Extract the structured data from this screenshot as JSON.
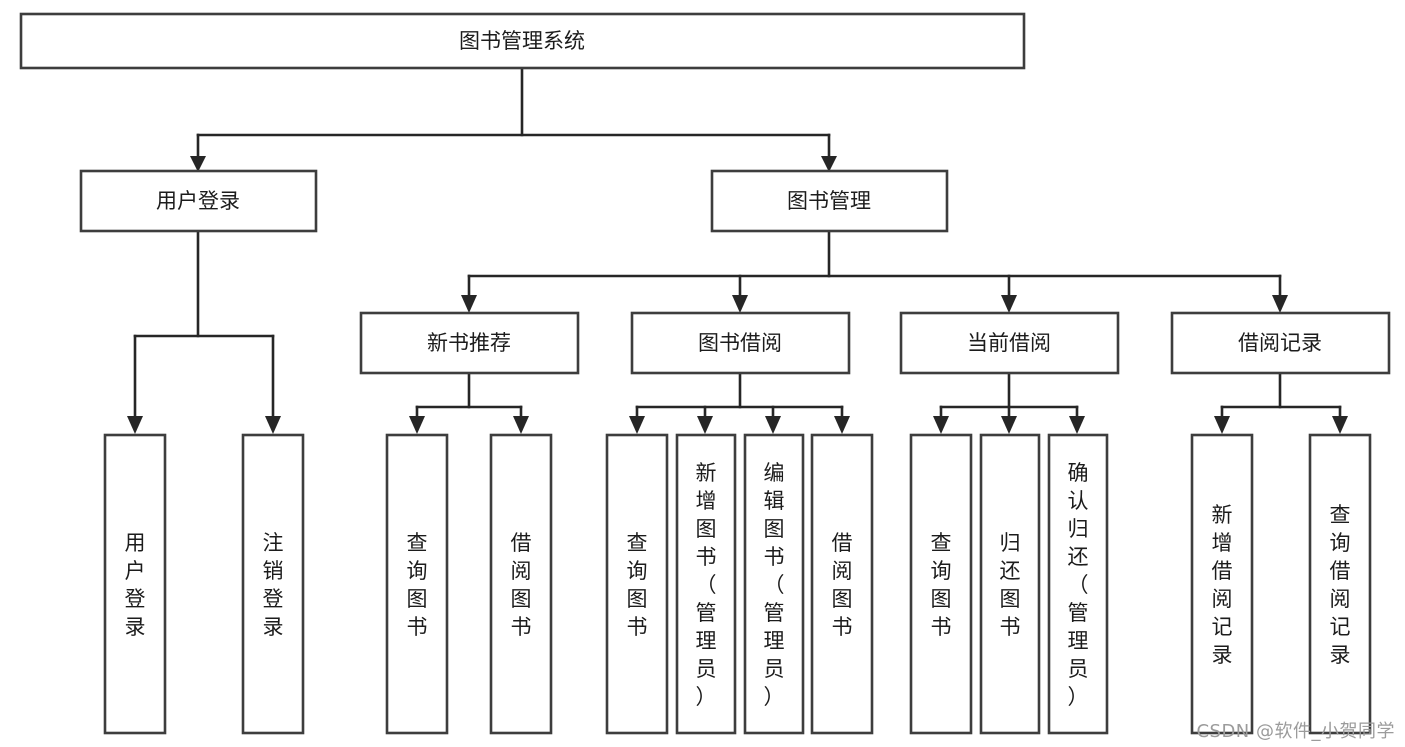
{
  "diagram": {
    "type": "tree-hierarchy",
    "title": "图书管理系统",
    "orientation": "top-down",
    "colors": {
      "box_stroke": "#3d3d3d",
      "box_fill": "#ffffff",
      "connector": "#262626",
      "text": "#1c1c1c",
      "watermark": "#9b9b9b",
      "background": "#ffffff"
    },
    "root": {
      "label": "图书管理系统"
    },
    "level2": [
      {
        "label": "用户登录"
      },
      {
        "label": "图书管理"
      }
    ],
    "level3": [
      {
        "label": "新书推荐"
      },
      {
        "label": "图书借阅"
      },
      {
        "label": "当前借阅"
      },
      {
        "label": "借阅记录"
      }
    ],
    "leaves": {
      "user_login": [
        {
          "label": "用户登录"
        },
        {
          "label": "注销登录"
        }
      ],
      "new_books": [
        {
          "label": "查询图书"
        },
        {
          "label": "借阅图书"
        }
      ],
      "book_borrow": [
        {
          "label": "查询图书"
        },
        {
          "label": "新增图书（管理员）"
        },
        {
          "label": "编辑图书（管理员）"
        },
        {
          "label": "借阅图书"
        }
      ],
      "current_borrow": [
        {
          "label": "查询图书"
        },
        {
          "label": "归还图书"
        },
        {
          "label": "确认归还（管理员）"
        }
      ],
      "borrow_records": [
        {
          "label": "新增借阅记录"
        },
        {
          "label": "查询借阅记录"
        }
      ]
    }
  },
  "watermark": {
    "text": "CSDN @软件_小贺同学"
  }
}
